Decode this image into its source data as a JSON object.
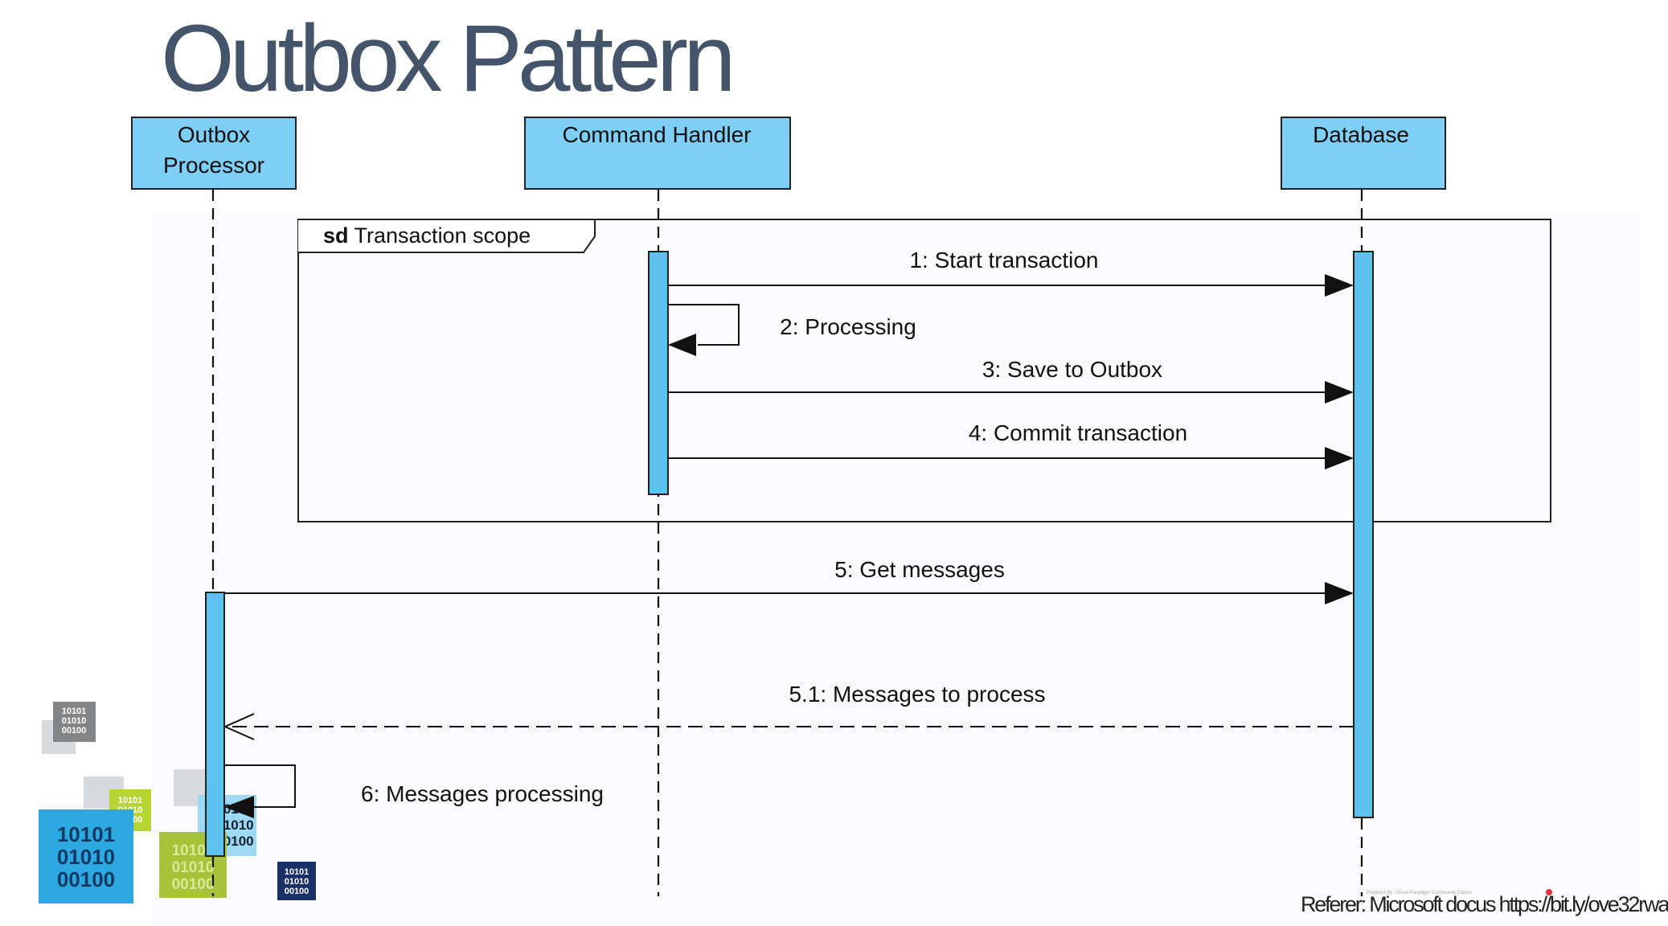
{
  "slide": {
    "title": "Outbox Pattern",
    "footer": "Referer: Microsoft docus https://bit.ly/ove32rwa",
    "watermark": "Powered By: Visual Paradigm Community Edition"
  },
  "colors": {
    "title": "#44546a",
    "lifeline_box": "#7ecef5",
    "activation": "#5ec2ee",
    "line": "#111111"
  },
  "diagram": {
    "lifelines": {
      "outbox_processor": {
        "line1": "Outbox",
        "line2": "Processor"
      },
      "command_handler": {
        "label": "Command Handler"
      },
      "database": {
        "label": "Database"
      }
    },
    "fragment": {
      "keyword": "sd",
      "name": "Transaction scope"
    },
    "messages": [
      {
        "label": "1: Start transaction",
        "type": "sync"
      },
      {
        "label": "2: Processing",
        "type": "self"
      },
      {
        "label": "3: Save to Outbox",
        "type": "sync"
      },
      {
        "label": "4: Commit transaction",
        "type": "sync"
      },
      {
        "label": "5: Get messages",
        "type": "sync"
      },
      {
        "label": "5.1: Messages to process",
        "type": "return"
      },
      {
        "label": "6: Messages processing",
        "type": "self"
      }
    ]
  },
  "decor": {
    "binary_lines": [
      "10101",
      "01010",
      "00100"
    ]
  }
}
